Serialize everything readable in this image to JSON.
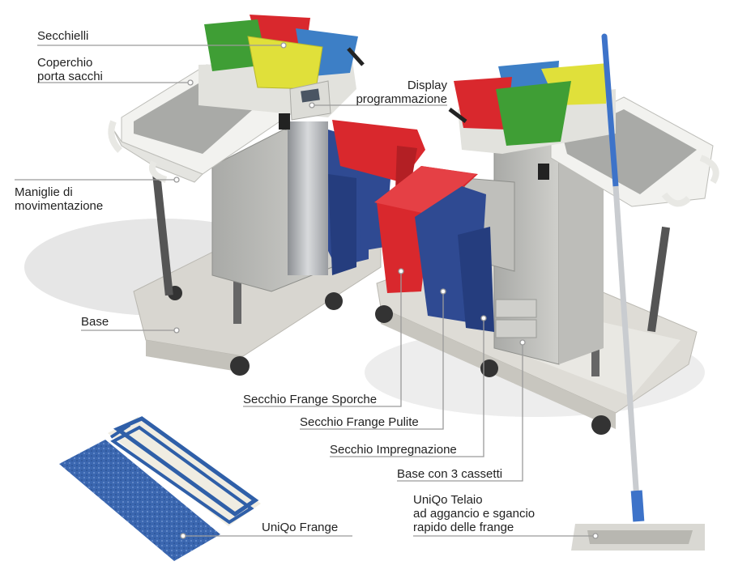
{
  "labels": {
    "secchielli": "Secchielli",
    "coperchio_1": "Coperchio",
    "coperchio_2": "porta sacchi",
    "display_1": "Display",
    "display_2": "programmazione",
    "maniglie_1": "Maniglie di",
    "maniglie_2": "movimentazione",
    "base": "Base",
    "secchio_sporche": "Secchio Frange Sporche",
    "secchio_pulite": "Secchio Frange Pulite",
    "secchio_impregnazione": "Secchio Impregnazione",
    "base_cassetti": "Base con 3 cassetti",
    "uniqo_frange": "UniQo Frange",
    "telaio_1": "UniQo Telaio",
    "telaio_2": "ad aggancio e sgancio",
    "telaio_3": "rapido delle frange"
  },
  "colors": {
    "green": "#3f9e35",
    "yellow": "#e0e03a",
    "blue": "#3d7fc6",
    "red": "#d9282d",
    "navy": "#2f4a92",
    "mop_blue": "#3b67b0"
  }
}
